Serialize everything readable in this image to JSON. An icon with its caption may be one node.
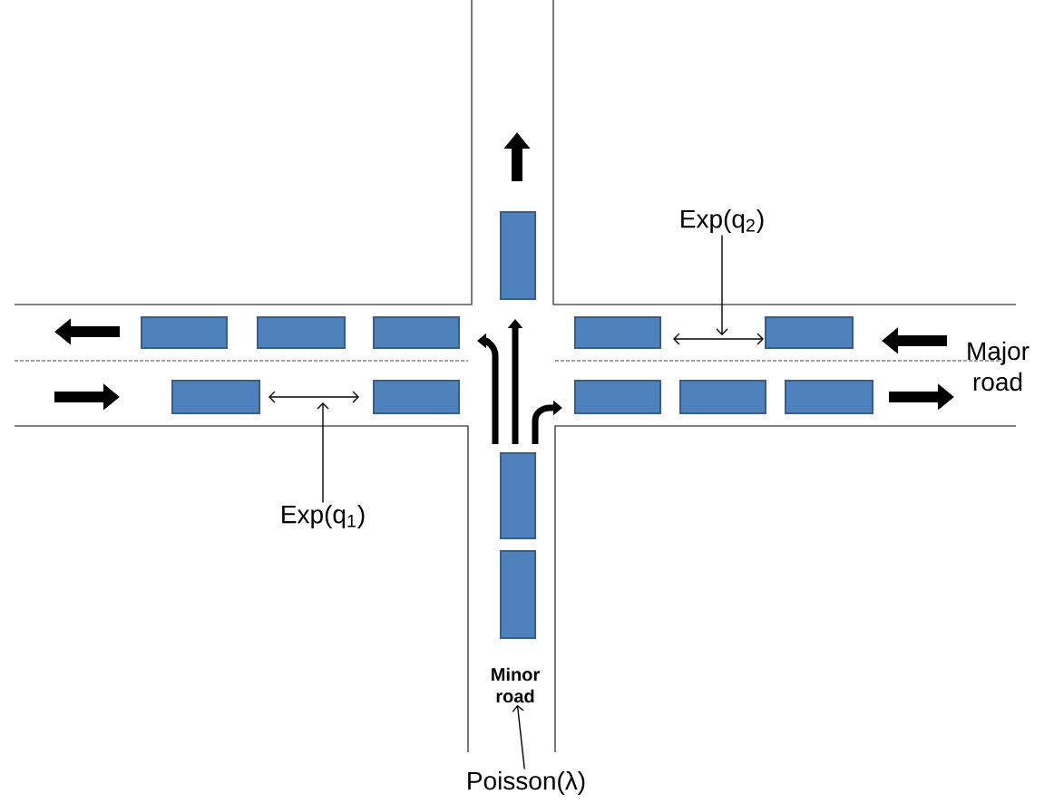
{
  "diagram": {
    "nodes": [
      {
        "text": [
          "Exp(q$_{2}$)"
        ]
      },
      {
        "text": [
          "Exp(q$_{1}$)"
        ]
      },
      {
        "text": [
          "Minor road"
        ]
      },
      {
        "text": [
          "Poisson(λ)"
        ]
      }
    ],
    "edges": [
      {
        "from": 0,
        "to": null,
        "arrow": "to"
      },
      {
        "from": 1,
        "to": null,
        "arrow": "to"
      },
      {
        "from": 3,
        "to": 2,
        "arrow": "to"
      }
    ],
    "labels": [
      "Major road"
    ]
  }
}
